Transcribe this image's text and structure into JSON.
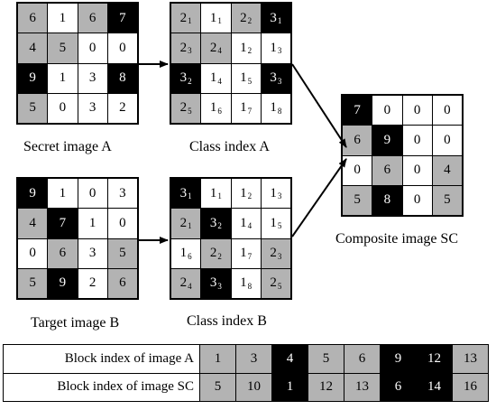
{
  "grids": {
    "secret_a": {
      "caption": "Secret image A",
      "cells": [
        {
          "v": "6",
          "c": "g"
        },
        {
          "v": "1",
          "c": "w"
        },
        {
          "v": "6",
          "c": "g"
        },
        {
          "v": "7",
          "c": "k"
        },
        {
          "v": "4",
          "c": "g"
        },
        {
          "v": "5",
          "c": "g"
        },
        {
          "v": "0",
          "c": "w"
        },
        {
          "v": "0",
          "c": "w"
        },
        {
          "v": "9",
          "c": "k"
        },
        {
          "v": "1",
          "c": "w"
        },
        {
          "v": "3",
          "c": "w"
        },
        {
          "v": "8",
          "c": "k"
        },
        {
          "v": "5",
          "c": "g"
        },
        {
          "v": "0",
          "c": "w"
        },
        {
          "v": "3",
          "c": "w"
        },
        {
          "v": "2",
          "c": "w"
        }
      ]
    },
    "class_a": {
      "caption": "Class index A",
      "cells": [
        {
          "v": "2",
          "s": "1",
          "c": "g"
        },
        {
          "v": "1",
          "s": "1",
          "c": "w"
        },
        {
          "v": "2",
          "s": "2",
          "c": "g"
        },
        {
          "v": "3",
          "s": "1",
          "c": "k"
        },
        {
          "v": "2",
          "s": "3",
          "c": "g"
        },
        {
          "v": "2",
          "s": "4",
          "c": "g"
        },
        {
          "v": "1",
          "s": "2",
          "c": "w"
        },
        {
          "v": "1",
          "s": "3",
          "c": "w"
        },
        {
          "v": "3",
          "s": "2",
          "c": "k"
        },
        {
          "v": "1",
          "s": "4",
          "c": "w"
        },
        {
          "v": "1",
          "s": "5",
          "c": "w"
        },
        {
          "v": "3",
          "s": "3",
          "c": "k"
        },
        {
          "v": "2",
          "s": "5",
          "c": "g"
        },
        {
          "v": "1",
          "s": "6",
          "c": "w"
        },
        {
          "v": "1",
          "s": "7",
          "c": "w"
        },
        {
          "v": "1",
          "s": "8",
          "c": "w"
        }
      ]
    },
    "target_b": {
      "caption": "Target image B",
      "cells": [
        {
          "v": "9",
          "c": "k"
        },
        {
          "v": "1",
          "c": "w"
        },
        {
          "v": "0",
          "c": "w"
        },
        {
          "v": "3",
          "c": "w"
        },
        {
          "v": "4",
          "c": "g"
        },
        {
          "v": "7",
          "c": "k"
        },
        {
          "v": "1",
          "c": "w"
        },
        {
          "v": "0",
          "c": "w"
        },
        {
          "v": "0",
          "c": "w"
        },
        {
          "v": "6",
          "c": "g"
        },
        {
          "v": "3",
          "c": "w"
        },
        {
          "v": "5",
          "c": "g"
        },
        {
          "v": "5",
          "c": "g"
        },
        {
          "v": "9",
          "c": "k"
        },
        {
          "v": "2",
          "c": "w"
        },
        {
          "v": "6",
          "c": "g"
        }
      ]
    },
    "class_b": {
      "caption": "Class index B",
      "cells": [
        {
          "v": "3",
          "s": "1",
          "c": "k"
        },
        {
          "v": "1",
          "s": "1",
          "c": "w"
        },
        {
          "v": "1",
          "s": "2",
          "c": "w"
        },
        {
          "v": "1",
          "s": "3",
          "c": "w"
        },
        {
          "v": "2",
          "s": "1",
          "c": "g"
        },
        {
          "v": "3",
          "s": "2",
          "c": "k"
        },
        {
          "v": "1",
          "s": "4",
          "c": "w"
        },
        {
          "v": "1",
          "s": "5",
          "c": "w"
        },
        {
          "v": "1",
          "s": "6",
          "c": "w"
        },
        {
          "v": "2",
          "s": "2",
          "c": "g"
        },
        {
          "v": "1",
          "s": "7",
          "c": "w"
        },
        {
          "v": "2",
          "s": "3",
          "c": "g"
        },
        {
          "v": "2",
          "s": "4",
          "c": "g"
        },
        {
          "v": "3",
          "s": "3",
          "c": "k"
        },
        {
          "v": "1",
          "s": "8",
          "c": "w"
        },
        {
          "v": "2",
          "s": "5",
          "c": "g"
        }
      ]
    },
    "composite_sc": {
      "caption": "Composite image SC",
      "cells": [
        {
          "v": "7",
          "c": "k"
        },
        {
          "v": "0",
          "c": "w"
        },
        {
          "v": "0",
          "c": "w"
        },
        {
          "v": "0",
          "c": "w"
        },
        {
          "v": "6",
          "c": "g"
        },
        {
          "v": "9",
          "c": "k"
        },
        {
          "v": "0",
          "c": "w"
        },
        {
          "v": "0",
          "c": "w"
        },
        {
          "v": "0",
          "c": "w"
        },
        {
          "v": "6",
          "c": "g"
        },
        {
          "v": "0",
          "c": "w"
        },
        {
          "v": "4",
          "c": "g"
        },
        {
          "v": "5",
          "c": "g"
        },
        {
          "v": "8",
          "c": "k"
        },
        {
          "v": "0",
          "c": "w"
        },
        {
          "v": "5",
          "c": "g"
        }
      ]
    }
  },
  "legend": {
    "row_a": {
      "label": "Block index of image A",
      "cells": [
        {
          "v": "1",
          "c": "g"
        },
        {
          "v": "3",
          "c": "g"
        },
        {
          "v": "4",
          "c": "k"
        },
        {
          "v": "5",
          "c": "g"
        },
        {
          "v": "6",
          "c": "g"
        },
        {
          "v": "9",
          "c": "k"
        },
        {
          "v": "12",
          "c": "k"
        },
        {
          "v": "13",
          "c": "g"
        }
      ]
    },
    "row_sc": {
      "label": "Block index of image SC",
      "cells": [
        {
          "v": "5",
          "c": "g"
        },
        {
          "v": "10",
          "c": "g"
        },
        {
          "v": "1",
          "c": "k"
        },
        {
          "v": "12",
          "c": "g"
        },
        {
          "v": "13",
          "c": "g"
        },
        {
          "v": "6",
          "c": "k"
        },
        {
          "v": "14",
          "c": "k"
        },
        {
          "v": "16",
          "c": "g"
        }
      ]
    }
  },
  "colors": {
    "white": "#ffffff",
    "gray": "#b3b3b3",
    "black": "#000000"
  }
}
